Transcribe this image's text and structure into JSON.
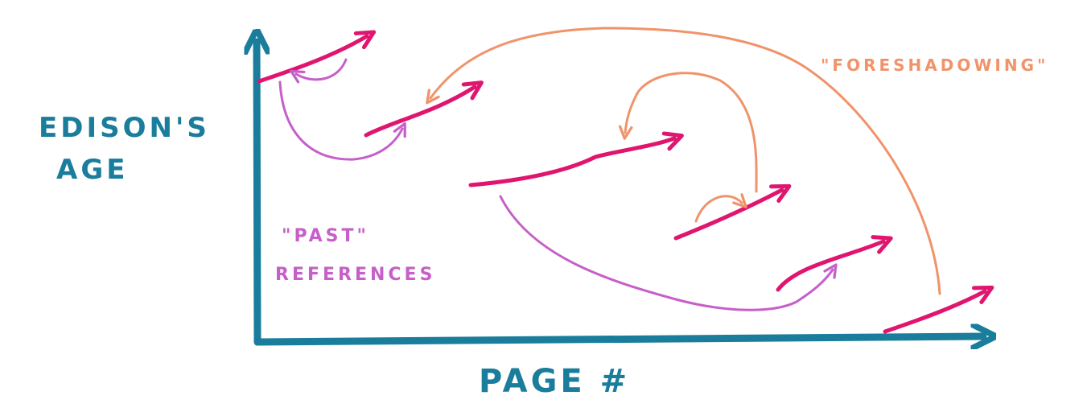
{
  "labels": {
    "y_axis_line1": "EDISON'S",
    "y_axis_line2": "AGE",
    "x_axis": "PAGE #",
    "past_line1": "\"PAST\"",
    "past_line2": "REFERENCES",
    "foreshadowing": "\"FORESHADOWING\""
  },
  "colors": {
    "axis": "#1a7d9c",
    "timeline": "#e0156f",
    "past": "#c65fc9",
    "foreshadow": "#f0936a"
  }
}
